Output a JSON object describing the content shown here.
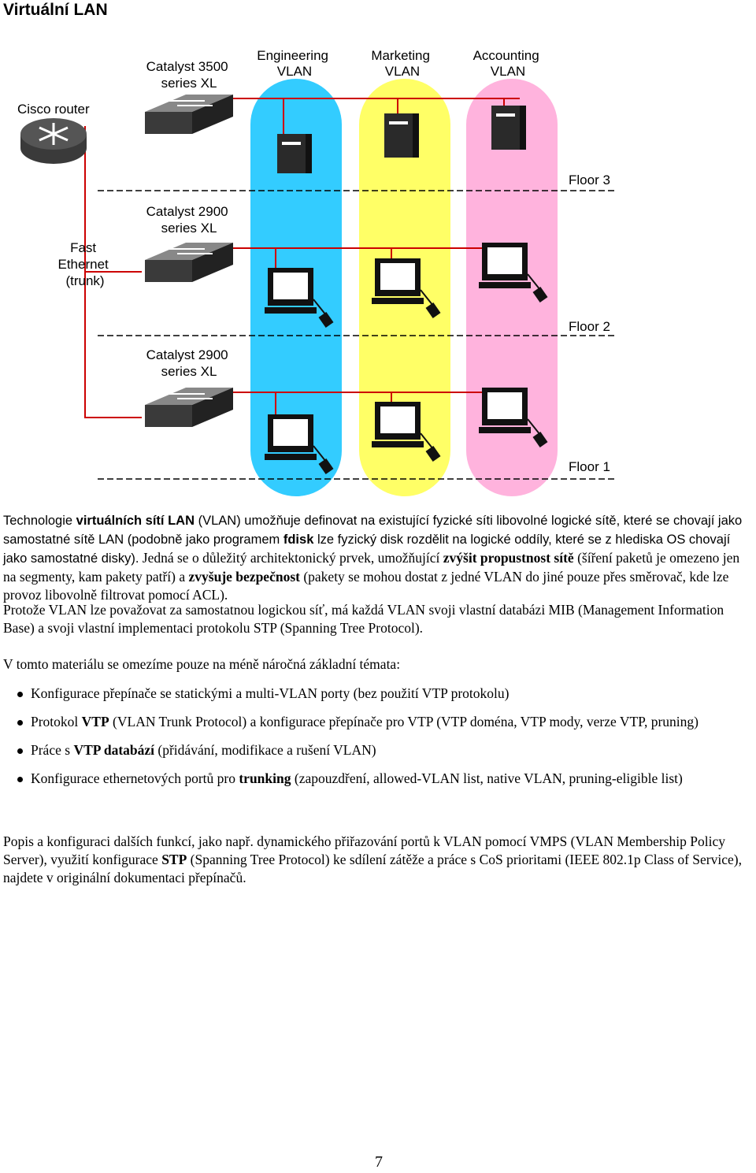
{
  "heading": "Virtuální LAN",
  "figure": {
    "labels": {
      "catalyst_3500": [
        "Catalyst 3500",
        "series XL"
      ],
      "catalyst_2900_a": [
        "Catalyst 2900",
        "series XL"
      ],
      "catalyst_2900_b": [
        "Catalyst 2900",
        "series XL"
      ],
      "cisco_router": "Cisco router",
      "fast_ethernet": [
        "Fast",
        "Ethernet",
        "(trunk)"
      ],
      "engineering": [
        "Engineering",
        "VLAN"
      ],
      "marketing": [
        "Marketing",
        "VLAN"
      ],
      "accounting": [
        "Accounting",
        "VLAN"
      ],
      "floor3": "Floor 3",
      "floor2": "Floor 2",
      "floor1": "Floor 1"
    },
    "colors": {
      "engineering": "#33ccff",
      "marketing": "#ffff66",
      "accounting": "#ffb3dd",
      "trunk_line": "#cc0000",
      "floor_line": "#000000"
    }
  },
  "p1": {
    "s1": "Technologie ",
    "b1": "virtuálních sítí LAN",
    "s2": " (VLAN) umožňuje definovat na existující fyzické síti libovolné logické sítě, které se chovají jako samostatné sítě LAN (podobně jako programem ",
    "b2": "fdisk",
    "s3": " lze fyzický disk rozdělit na logické oddíly, které se z hlediska OS chovají jako samostatné disky).",
    "s4": " Jedná se o důležitý architektonický prvek, umožňující ",
    "b3": "zvýšit propustnost sítě",
    "s5": " (šíření paketů je omezeno jen na segmenty, kam pakety patří) a ",
    "b4": "zvyšuje bezpečnost",
    "s6": " (pakety se mohou dostat z jedné VLAN do jiné pouze přes směrovač, kde lze provoz libovolně filtrovat pomocí ACL)."
  },
  "p2": "Protože VLAN lze považovat za samostatnou logickou síť, má každá VLAN svoji vlastní databázi MIB (Management Information Base) a svoji vlastní implementaci protokolu STP (Spanning Tree Protocol).",
  "p3": "V tomto materiálu se omezíme pouze na méně náročná základní témata:",
  "bullets": [
    {
      "pre": "Konfigurace přepínače se statickými a multi-VLAN porty (bez použití VTP protokolu)",
      "bold": "",
      "post": ""
    },
    {
      "pre": "Protokol ",
      "bold": "VTP",
      "post": " (VLAN Trunk Protocol) a konfigurace přepínače pro VTP (VTP doména, VTP mody, verze VTP, pruning)"
    },
    {
      "pre": "Práce s ",
      "bold": "VTP databází",
      "post": " (přidávání, modifikace a rušení VLAN)"
    },
    {
      "pre": "Konfigurace ethernetových portů pro ",
      "bold": "trunking",
      "post": " (zapouzdření, allowed-VLAN list, native VLAN, pruning-eligible list)"
    }
  ],
  "p4": {
    "s1": "Popis a konfiguraci dalších funkcí, jako např. dynamického přiřazování portů k VLAN pomocí VMPS (VLAN Membership Policy Server), využití konfigurace ",
    "b1": "STP",
    "s2": " (Spanning Tree Protocol) ke sdílení zátěže a práce s CoS prioritami (IEEE 802.1p Class of Service), najdete v originální dokumentaci přepínačů."
  },
  "page_number": "7"
}
